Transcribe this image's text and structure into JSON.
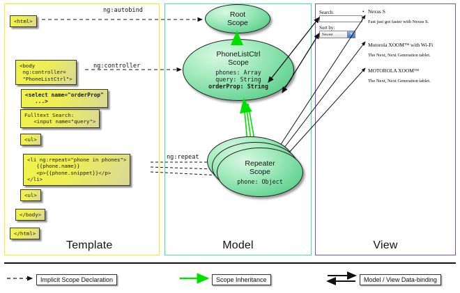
{
  "panels": [
    {
      "id": "template",
      "title": "Template",
      "border_color": "#f2f20c"
    },
    {
      "id": "model",
      "title": "Model",
      "border_color": "#43e8a0"
    },
    {
      "id": "view",
      "title": "View",
      "border_color": "#6a54d8"
    }
  ],
  "template": {
    "boxes": [
      {
        "id": "html",
        "text": "<html>"
      },
      {
        "id": "body",
        "text": "<body\n ng:controller=\n \"PhoneListCtrl\">"
      },
      {
        "id": "select",
        "text": "<select name=\"orderProp\"\n   ...>"
      },
      {
        "id": "search",
        "text": "Fulltext Search:\n   <input name=\"query\">"
      },
      {
        "id": "ul-open",
        "text": "<ul>"
      },
      {
        "id": "li",
        "text": "<li ng:repeat=\"phone in phones\">\n   {{phone.name}}\n   <p>{{phone.snippet}}</p>\n</li>"
      },
      {
        "id": "ul-close",
        "text": "<ul>"
      },
      {
        "id": "body-end",
        "text": "</body>"
      },
      {
        "id": "html-end",
        "text": "</html>"
      }
    ]
  },
  "model": {
    "scopes": [
      {
        "id": "root",
        "name": "Root\nScope",
        "props": ""
      },
      {
        "id": "phonelist",
        "name": "PhoneListCtrl\nScope",
        "props_plain": "phones: Array\nquery: String",
        "props_bold": "orderProp: String"
      },
      {
        "id": "repeater",
        "name": "Repeater\nScope",
        "props": "phone: Object"
      }
    ]
  },
  "view": {
    "search_label": "Search:",
    "search_value": "",
    "sortby_label": "Sort by:",
    "sort_selected": "Newest",
    "sort_options": [
      "Newest"
    ],
    "phones": [
      {
        "name": "Nexus S",
        "snippet": "Fast just got faster with Nexus S."
      },
      {
        "name": "Motorola XOOM™ with Wi-Fi",
        "snippet": "The Next, Next Generation tablet."
      },
      {
        "name": "MOTOROLA XOOM™",
        "snippet": "The Next, Next Generation tablet."
      }
    ]
  },
  "connectors": {
    "autobind": "ng:autobind",
    "controller": "ng:controller",
    "repeat": "ng:repeat"
  },
  "legend": {
    "items": [
      {
        "id": "implicit",
        "label": "Implicit Scope Declaration",
        "style": "dashed-arrow",
        "color": "#111111"
      },
      {
        "id": "inherit",
        "label": "Scope Inheritance",
        "style": "solid-arrow",
        "color": "#00e000"
      },
      {
        "id": "binding",
        "label": "Model / View Data-binding",
        "style": "double-arrow",
        "color": "#111111"
      }
    ]
  },
  "colors": {
    "yellow_box": "#eeee55",
    "green_scope": "#6fd79a",
    "inheritance_arrow": "#00e000"
  }
}
